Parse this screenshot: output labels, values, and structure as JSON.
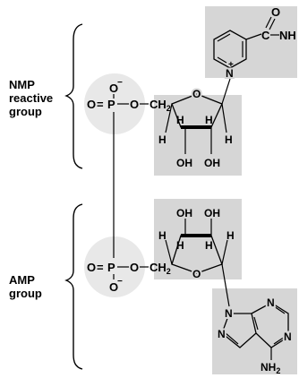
{
  "labels": {
    "nmp_line1": "NMP",
    "nmp_line2": "reactive",
    "nmp_line3": "group",
    "amp_line1": "AMP",
    "amp_line2": "group"
  },
  "atoms": {
    "phosphorus": "P",
    "oxygen": "O",
    "oxygen_double": "O",
    "oxygen_anion": "O",
    "minus": "−",
    "double_bond": "=",
    "ch2": "CH",
    "ch2_sub": "2",
    "hydrogen": "H",
    "hydroxyl": "OH",
    "nitrogen": "N",
    "plus": "+",
    "carbon": "C",
    "nh": "NH",
    "nh2": "NH",
    "nh2_sub": "2"
  },
  "colors": {
    "box_fill": "#d6d6d6",
    "circle_fill": "#e8e8e8",
    "line": "#000000"
  }
}
